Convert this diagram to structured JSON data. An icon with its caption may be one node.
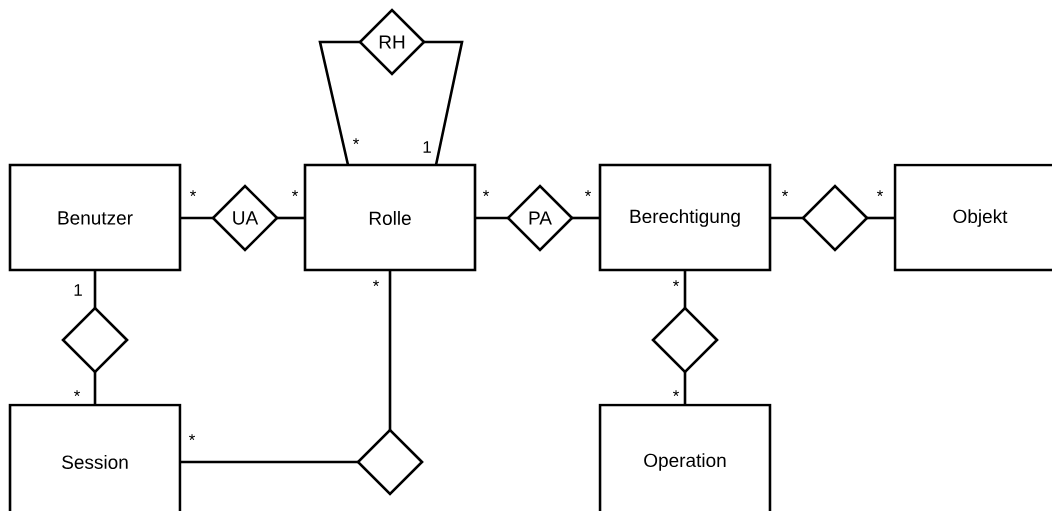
{
  "diagram": {
    "nodes": [
      {
        "text": [
          "RH"
        ]
      },
      {
        "text": [
          "Benutzer"
        ]
      },
      {
        "text": [
          "UA"
        ]
      },
      {
        "text": [
          "Rolle"
        ]
      },
      {
        "text": [
          "PA"
        ]
      },
      {
        "text": [
          "Berechtigung"
        ]
      },
      {
        "text": [],
        "shape": "diamond"
      },
      {
        "text": [
          "Objekt"
        ]
      },
      {
        "text": [],
        "shape": "diamond"
      },
      {
        "text": [],
        "shape": "diamond"
      },
      {
        "text": [
          "Session"
        ]
      },
      {
        "text": [],
        "shape": "diamond"
      },
      {
        "text": [
          "Operation"
        ]
      }
    ],
    "edges": [
      {
        "from": 3,
        "to": 0,
        "arrow": "none",
        "label": "*"
      },
      {
        "from": 3,
        "to": 0,
        "arrow": "none",
        "label": "1"
      },
      {
        "from": 1,
        "to": 2,
        "arrow": "none",
        "label": "*"
      },
      {
        "from": 3,
        "to": 2,
        "arrow": "none",
        "label": "*"
      },
      {
        "from": 3,
        "to": 4,
        "arrow": "none",
        "label": "*"
      },
      {
        "from": 5,
        "to": 4,
        "arrow": "none",
        "label": "*"
      },
      {
        "from": 5,
        "to": 6,
        "arrow": "none",
        "label": "*"
      },
      {
        "from": 7,
        "to": 6,
        "arrow": "none",
        "label": "*"
      },
      {
        "from": 1,
        "to": 8,
        "arrow": "none",
        "label": "1"
      },
      {
        "from": 10,
        "to": 8,
        "arrow": "none",
        "label": "*"
      },
      {
        "from": 5,
        "to": 9,
        "arrow": "none",
        "label": "*"
      },
      {
        "from": 12,
        "to": 9,
        "arrow": "none",
        "label": "*"
      },
      {
        "from": 10,
        "to": 11,
        "arrow": "none",
        "label": "*"
      },
      {
        "from": 3,
        "to": 11,
        "arrow": "none",
        "label": "*"
      }
    ]
  }
}
